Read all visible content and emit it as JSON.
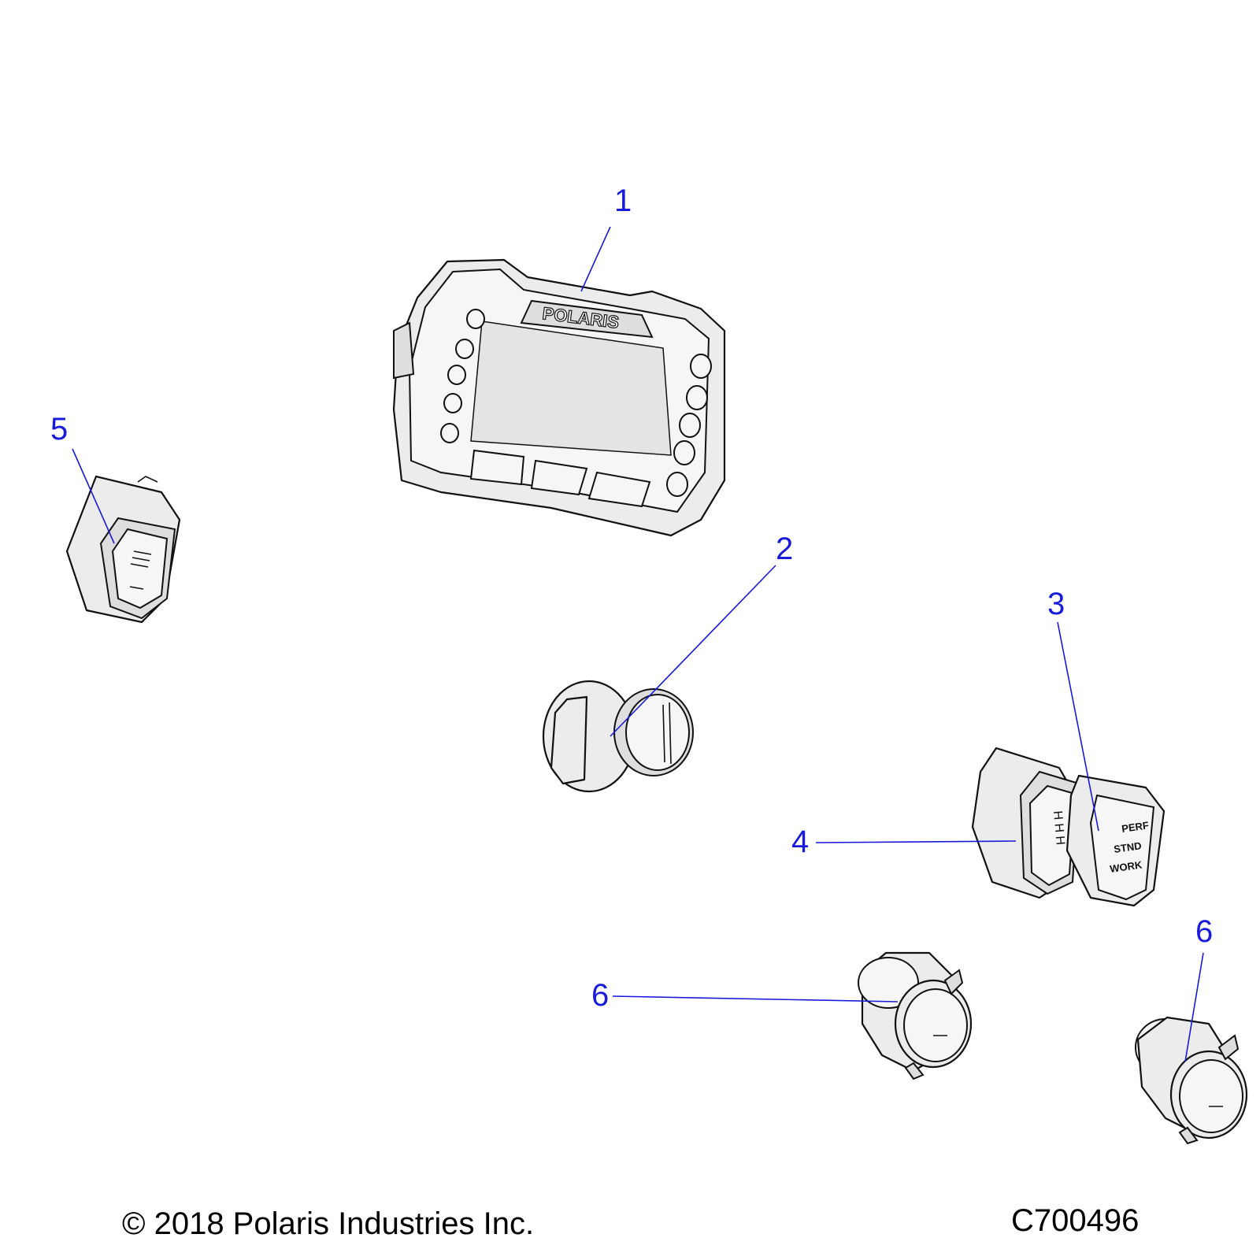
{
  "diagram": {
    "callouts": [
      "1",
      "2",
      "3",
      "4",
      "5",
      "6",
      "6"
    ],
    "display_brand": "POLARIS",
    "switch_labels": [
      "PERF",
      "STND",
      "WORK"
    ],
    "colors": {
      "callout": "#1a1adb",
      "line": "#111111",
      "fill": "#ececec"
    }
  },
  "footer": {
    "copyright": "© 2018 Polaris Industries Inc.",
    "drawing_id": "C700496"
  }
}
